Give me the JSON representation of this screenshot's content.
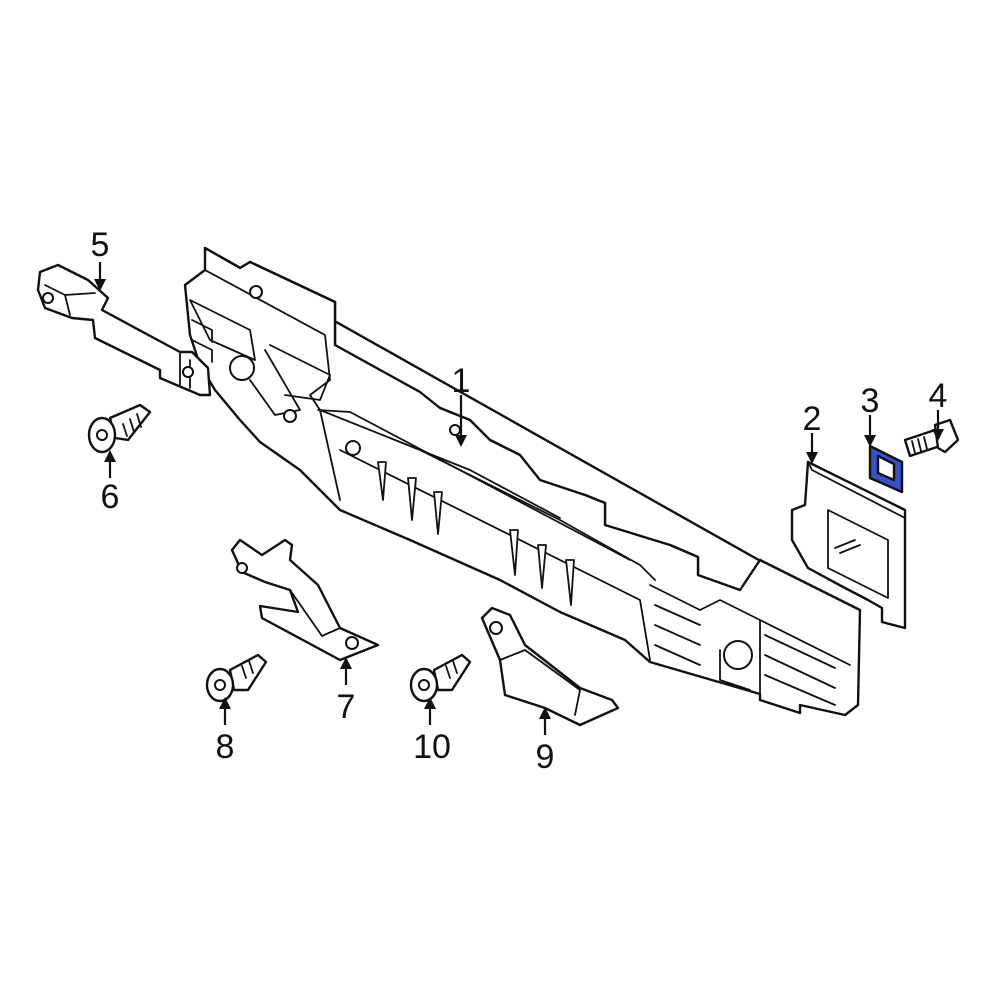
{
  "highlight_color": "#3550c8",
  "callouts": [
    {
      "id": "1",
      "label": "1"
    },
    {
      "id": "2",
      "label": "2"
    },
    {
      "id": "3",
      "label": "3"
    },
    {
      "id": "4",
      "label": "4"
    },
    {
      "id": "5",
      "label": "5"
    },
    {
      "id": "6",
      "label": "6"
    },
    {
      "id": "7",
      "label": "7"
    },
    {
      "id": "8",
      "label": "8"
    },
    {
      "id": "9",
      "label": "9"
    },
    {
      "id": "10",
      "label": "10"
    }
  ],
  "icons": [
    "absorber",
    "bracket",
    "pad",
    "bolt",
    "support-bracket",
    "screw"
  ]
}
